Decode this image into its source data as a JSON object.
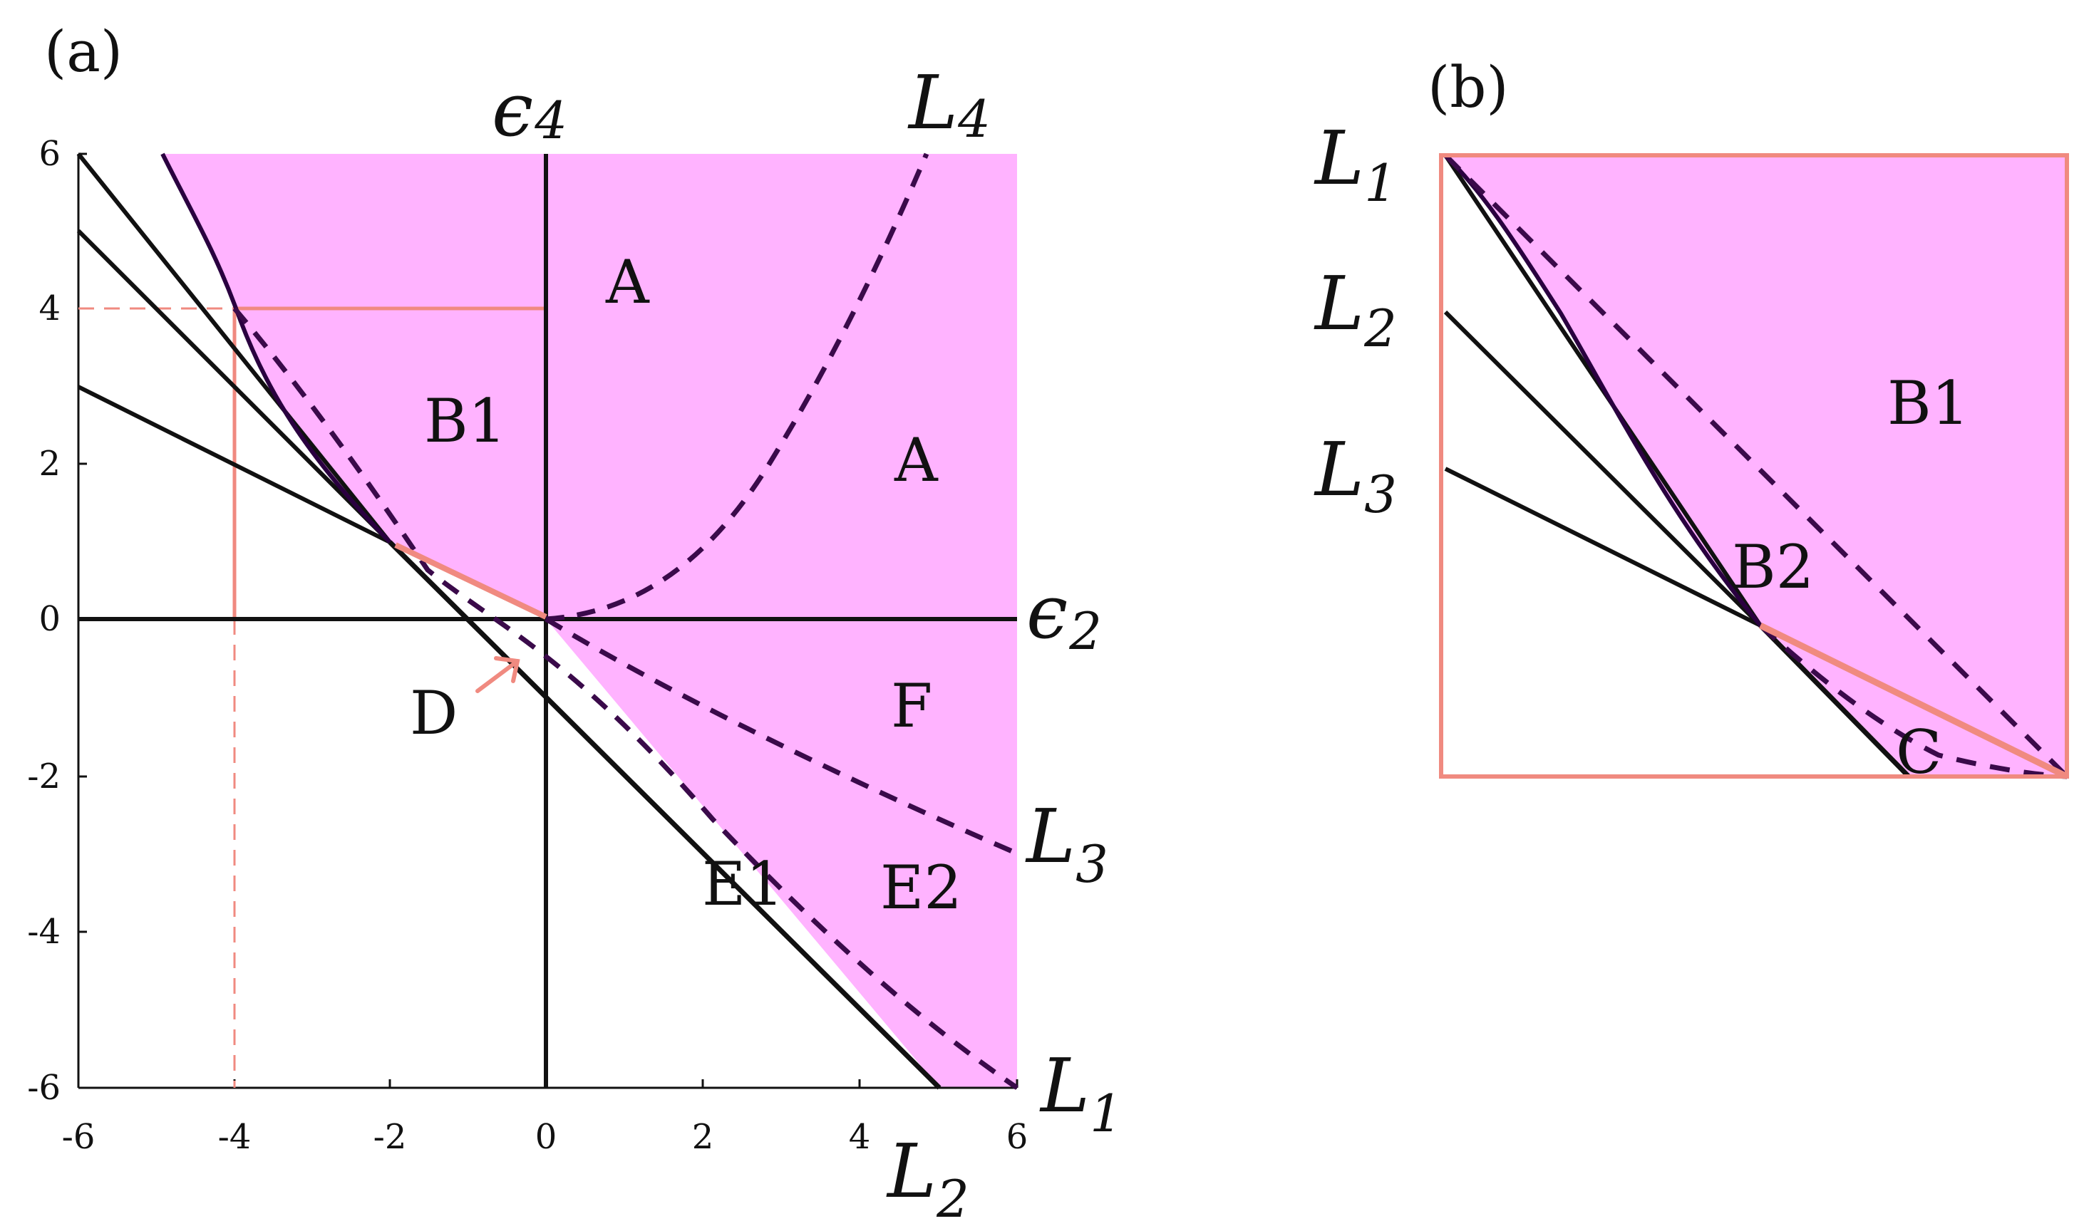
{
  "panel_a": {
    "panel_label": "(a)",
    "axes": {
      "x_axis_label": "ϵ",
      "x_axis_sub": "2",
      "y_axis_label": "ϵ",
      "y_axis_sub": "4"
    },
    "x_ticks": [
      "-6",
      "-4",
      "-2",
      "0",
      "2",
      "4",
      "6"
    ],
    "y_ticks": [
      "6",
      "4",
      "2",
      "0",
      "-2",
      "-4",
      "-6"
    ],
    "curve_labels": {
      "L1": {
        "main": "L",
        "sub": "1"
      },
      "L2": {
        "main": "L",
        "sub": "2"
      },
      "L3": {
        "main": "L",
        "sub": "3"
      },
      "L4": {
        "main": "L",
        "sub": "4"
      }
    },
    "regions": {
      "A1": "A",
      "A2": "A",
      "B1": "B1",
      "D": "D",
      "F": "F",
      "E1": "E1",
      "E2": "E2"
    }
  },
  "panel_b": {
    "panel_label": "(b)",
    "curve_labels": {
      "L1": {
        "main": "L",
        "sub": "1"
      },
      "L2": {
        "main": "L",
        "sub": "2"
      },
      "L3": {
        "main": "L",
        "sub": "3"
      }
    },
    "regions": {
      "B1": "B1",
      "B2": "B2",
      "C": "C"
    }
  },
  "colors": {
    "fill": "#ffb3ff",
    "dashed": "#3a0a4a",
    "salmon": "#f08a80",
    "line": "#111111"
  }
}
